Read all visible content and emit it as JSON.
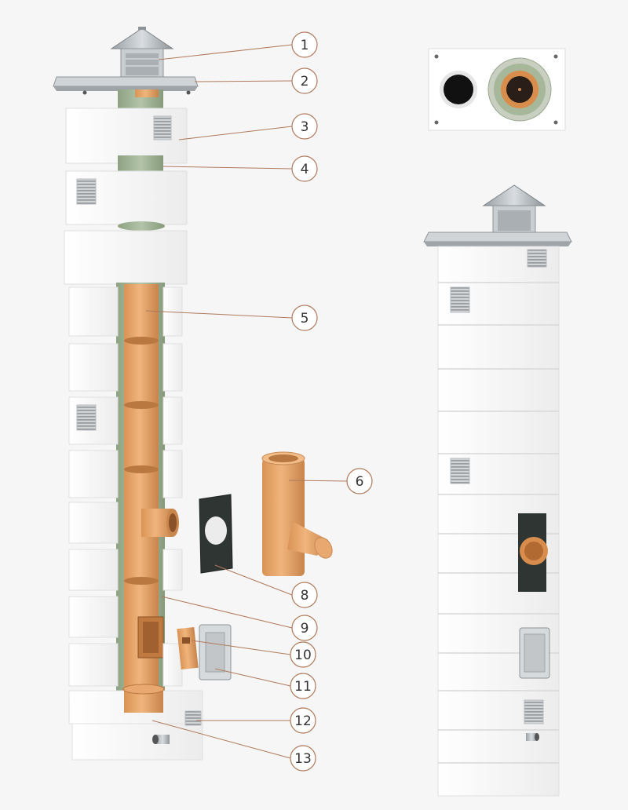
{
  "colors": {
    "background": "#f6f6f6",
    "block": "#ffffff",
    "block_shadow": "#dcdcdc",
    "ceramic": "#e8a870",
    "ceramic_dark": "#c98a55",
    "insulation": "#9fb394",
    "steel": "#b9bec2",
    "plate": "#2e3532",
    "callout": "#b07a5c"
  },
  "callouts": [
    {
      "number": "1",
      "part": "chimney-cap"
    },
    {
      "number": "2",
      "part": "cover-plate"
    },
    {
      "number": "3",
      "part": "chimney-block"
    },
    {
      "number": "4",
      "part": "insulation-sleeve"
    },
    {
      "number": "5",
      "part": "ceramic-flue-pipe"
    },
    {
      "number": "6",
      "part": "connection-tee-pipe"
    },
    {
      "number": "8",
      "part": "connection-plate"
    },
    {
      "number": "9",
      "part": "insulation-layer"
    },
    {
      "number": "10",
      "part": "inspection-tee-pipe"
    },
    {
      "number": "11",
      "part": "cleanout-door"
    },
    {
      "number": "12",
      "part": "condensate-trap"
    },
    {
      "number": "13",
      "part": "drain-outlet"
    }
  ]
}
